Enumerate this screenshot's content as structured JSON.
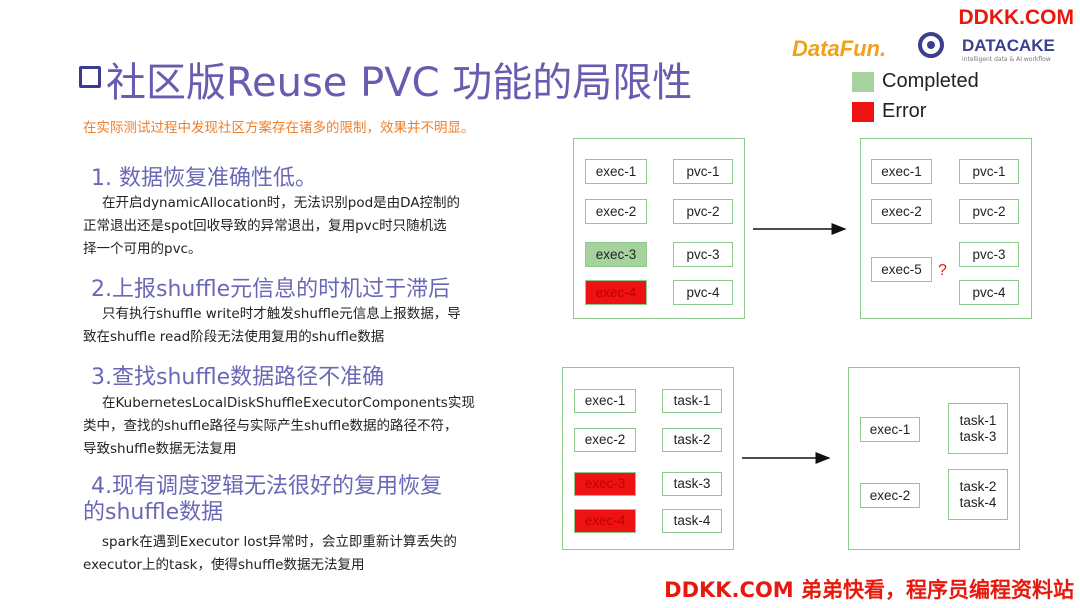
{
  "watermark": {
    "top": "DDKK.COM",
    "bottom": "DDKK.COM 弟弟快看，程序员编程资料站"
  },
  "title": "社区版Reuse PVC 功能的局限性",
  "subtitle": "在实际测试过程中发现社区方案存在诸多的限制，效果并不明显。",
  "logos": {
    "datafun": "DataFun.",
    "datacake": "DATACAKE",
    "datacake_tagline": "intelligent data & AI workflow"
  },
  "legend": [
    {
      "label": "Completed",
      "color": "#a6d39d"
    },
    {
      "label": "Error",
      "color": "#ee1212"
    }
  ],
  "points": [
    {
      "heading": "1. 数据恢复准确性低。",
      "lines": [
        "在开启dynamicAllocation时，无法识别pod是由DA控制的",
        "正常退出还是spot回收导致的异常退出，复用pvc时只随机选",
        "择一个可用的pvc。"
      ]
    },
    {
      "heading": "2.上报shuffle元信息的时机过于滞后",
      "lines": [
        "只有执行shuffle write时才触发shuffle元信息上报数据，导",
        "致在shuffle read阶段无法使用复用的shuffle数据"
      ]
    },
    {
      "heading": "3.查找shuffle数据路径不准确",
      "lines": [
        "在KubernetesLocalDiskShuffleExecutorComponents实现",
        "类中，查找的shuffle路径与实际产生shuffle数据的路径不符，",
        "导致shuffle数据无法复用"
      ]
    },
    {
      "heading": "4.现有调度逻辑无法很好的复用恢复",
      "heading2": "的shuffle数据",
      "lines": [
        "spark在遇到Executor lost异常时，会立即重新计算丢失的",
        "executor上的task，使得shuffle数据无法复用"
      ]
    }
  ],
  "diagram1": {
    "before": {
      "execs": [
        {
          "label": "exec-1",
          "status": "none"
        },
        {
          "label": "exec-2",
          "status": "none"
        },
        {
          "label": "exec-3",
          "status": "completed"
        },
        {
          "label": "exec-4",
          "status": "error"
        }
      ],
      "pvcs": [
        "pvc-1",
        "pvc-2",
        "pvc-3",
        "pvc-4"
      ]
    },
    "after": {
      "execs": [
        "exec-1",
        "exec-2",
        "exec-5"
      ],
      "pvcs": [
        "pvc-1",
        "pvc-2",
        "pvc-3",
        "pvc-4"
      ],
      "question": "?"
    }
  },
  "diagram2": {
    "before": {
      "execs": [
        {
          "label": "exec-1",
          "status": "none"
        },
        {
          "label": "exec-2",
          "status": "none"
        },
        {
          "label": "exec-3",
          "status": "error"
        },
        {
          "label": "exec-4",
          "status": "error"
        }
      ],
      "tasks": [
        "task-1",
        "task-2",
        "task-3",
        "task-4"
      ]
    },
    "after": {
      "execs": [
        "exec-1",
        "exec-2"
      ],
      "tasks": [
        [
          "task-1",
          "task-3"
        ],
        [
          "task-2",
          "task-4"
        ]
      ]
    }
  }
}
